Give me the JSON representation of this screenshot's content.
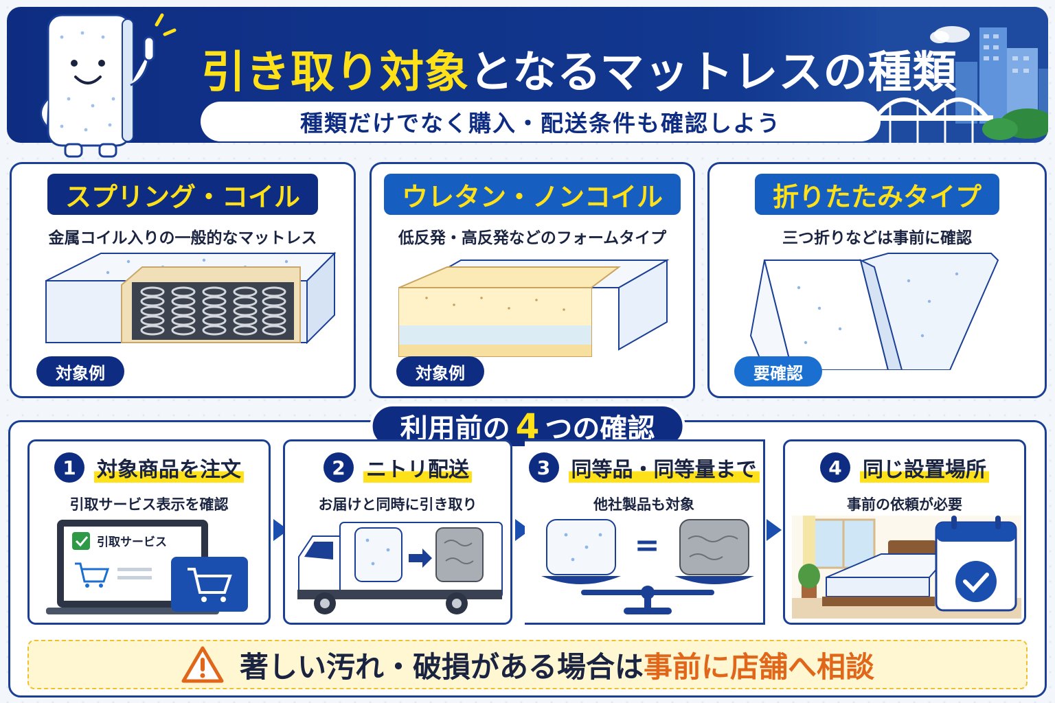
{
  "header": {
    "title_highlight": "引き取り対象",
    "title_rest": "となるマットレスの種類",
    "subtitle": "種類だけでなく購入・配送条件も確認しよう"
  },
  "types": [
    {
      "title": "スプリング・コイル",
      "desc": "金属コイル入りの一般的なマットレス",
      "badge": "対象例"
    },
    {
      "title": "ウレタン・ノンコイル",
      "desc": "低反発・高反発などのフォームタイプ",
      "badge": "対象例"
    },
    {
      "title": "折りたたみタイプ",
      "desc": "三つ折りなどは事前に確認",
      "badge": "要確認"
    }
  ],
  "checks": {
    "title_prefix": "利用前の",
    "title_number": "4",
    "title_suffix": "つの確認",
    "steps": [
      {
        "num": "1",
        "title": "対象商品を注文",
        "desc": "引取サービス表示を確認",
        "screen_label": "引取サービス"
      },
      {
        "num": "2",
        "title": "ニトリ配送",
        "desc": "お届けと同時に引き取り"
      },
      {
        "num": "3",
        "title": "同等品・同等量まで",
        "desc": "他社製品も対象",
        "equals": "="
      },
      {
        "num": "4",
        "title": "同じ設置場所",
        "desc": "事前の依頼が必要"
      }
    ]
  },
  "warning": {
    "text": "著しい汚れ・破損がある場合は",
    "highlight": "事前に店舗へ相談"
  },
  "colors": {
    "navy": "#0e2d82",
    "blue": "#165fc0",
    "yellow": "#ffe11a",
    "orange": "#e0671a",
    "warning_bg": "#fff6d2"
  }
}
